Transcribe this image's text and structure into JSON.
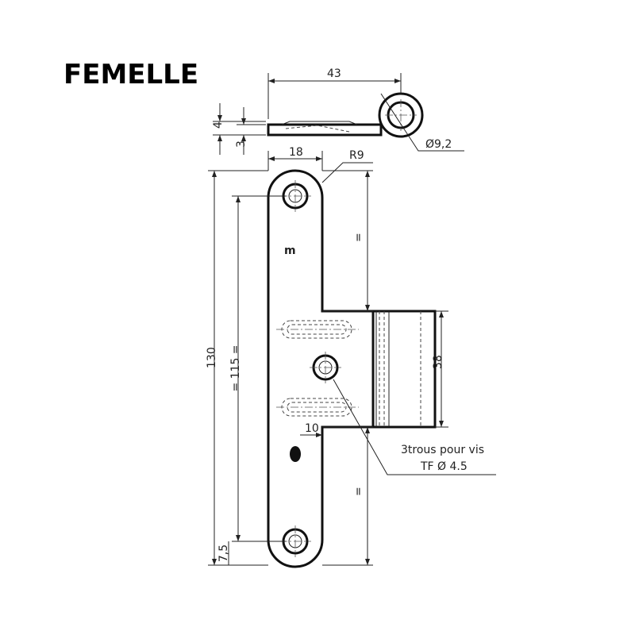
{
  "title": "FEMELLE",
  "dimensions": {
    "width_top": "43",
    "thickness_4": "4",
    "thickness_3": "3",
    "eye_diameter": "Ø9,2",
    "plate_width": "18",
    "radius": "R9",
    "total_length": "130",
    "hole_spacing": "= 115 =",
    "edge_offset": "7,5",
    "knuckle_length": "38",
    "offset_10": "10",
    "equal_top": "=",
    "equal_bottom": "="
  },
  "note": {
    "line1": "3trous pour vis",
    "line2": "TF Ø 4.5"
  }
}
